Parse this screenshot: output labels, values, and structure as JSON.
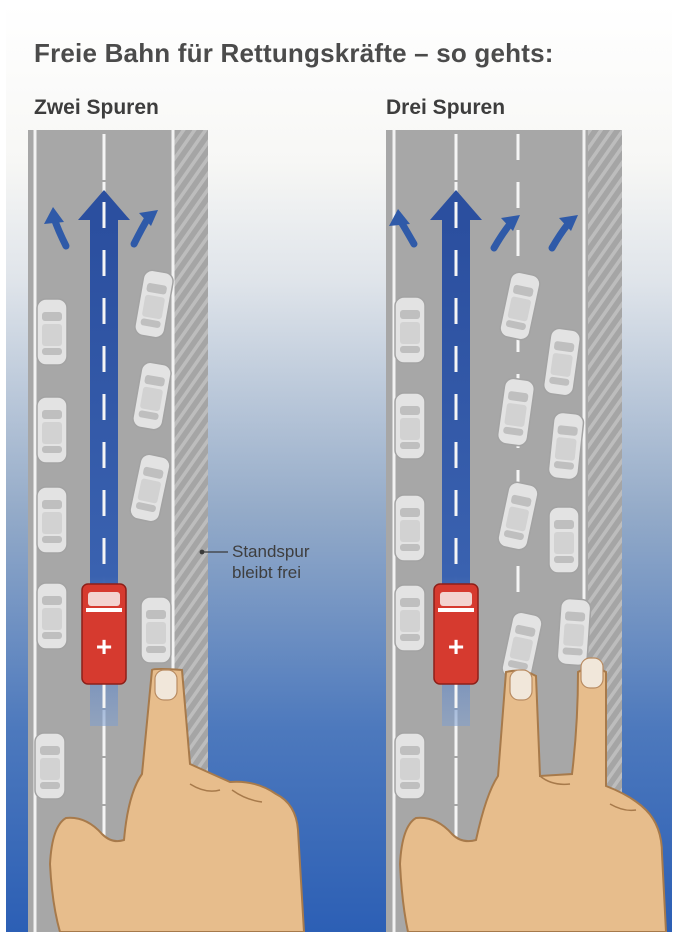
{
  "title": "Freie Bahn für Rettungskräfte – so gehts:",
  "panels": [
    {
      "id": "two-lanes",
      "label": "Zwei Spuren"
    },
    {
      "id": "three-lanes",
      "label": "Drei Spuren"
    }
  ],
  "callout": {
    "line1": "Standspur",
    "line2": "bleibt frei"
  },
  "ambulance_symbol": "+",
  "colors": {
    "road": "#a6a6a6",
    "sky_top": "#ffffff",
    "sky_bottom": "#2e62b5",
    "rescue_lane": "#2c4f9e",
    "ambulance": "#d63a2f",
    "hand": "#e7bd8c",
    "car": "#e2e2e2"
  },
  "icons": [
    "arrow-up-icon",
    "arrow-left-icon",
    "arrow-right-icon",
    "ambulance-icon",
    "car-icon",
    "hand-icon",
    "pointer-icon"
  ]
}
